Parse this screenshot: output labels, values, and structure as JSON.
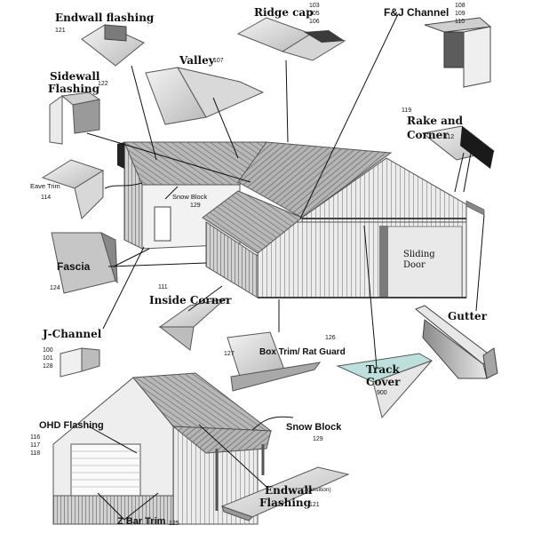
{
  "parts": {
    "endwall_flashing": {
      "label": "Endwall flashing",
      "codes": [
        "121"
      ]
    },
    "ridge_cap": {
      "label": "Ridge cap",
      "codes": [
        "103",
        "105",
        "106"
      ]
    },
    "fj_channel": {
      "label": "F&J Channel",
      "codes": [
        "108",
        "109",
        "110"
      ]
    },
    "sidewall_flashing": {
      "label_line1": "Sidewall",
      "label_line2": "Flashing",
      "codes": [
        "122"
      ]
    },
    "valley": {
      "label": "Valley",
      "codes": [
        "107"
      ]
    },
    "rake_corner": {
      "label_line1": "Rake and",
      "label_line2": "Corner",
      "code_top": "119",
      "code_side": "112"
    },
    "eave_trim": {
      "label": "Eave Trim",
      "codes": [
        "114"
      ]
    },
    "snow_block_top": {
      "label": "Snow Block",
      "codes": [
        "129"
      ]
    },
    "fascia": {
      "label": "Fascia",
      "codes": [
        "124"
      ]
    },
    "sliding_door": {
      "label_line1": "Sliding",
      "label_line2": "Door"
    },
    "inside_corner": {
      "label": "Inside Corner",
      "codes": [
        "111"
      ]
    },
    "gutter": {
      "label": "Gutter"
    },
    "j_channel": {
      "label": "J-Channel",
      "codes": [
        "100",
        "101",
        "128"
      ]
    },
    "box_trim": {
      "label": "Box Trim/ Rat Guard",
      "code_right": "126",
      "code_left": "127"
    },
    "track_cover": {
      "label_line1": "Track",
      "label_line2": "Cover",
      "codes": [
        "900"
      ]
    },
    "ohd_flashing": {
      "label": "OHD Flashing",
      "codes": [
        "116",
        "117",
        "118"
      ]
    },
    "snow_block_bottom": {
      "label": "Snow Block",
      "codes": [
        "129"
      ]
    },
    "endwall_transition": {
      "label_line1": "Endwall",
      "label_note": "(Transition)",
      "label_line2": "Flashing",
      "codes": [
        "121"
      ]
    },
    "z_bar_trim": {
      "label": "Z Bar Trim",
      "codes": [
        "125"
      ]
    }
  }
}
